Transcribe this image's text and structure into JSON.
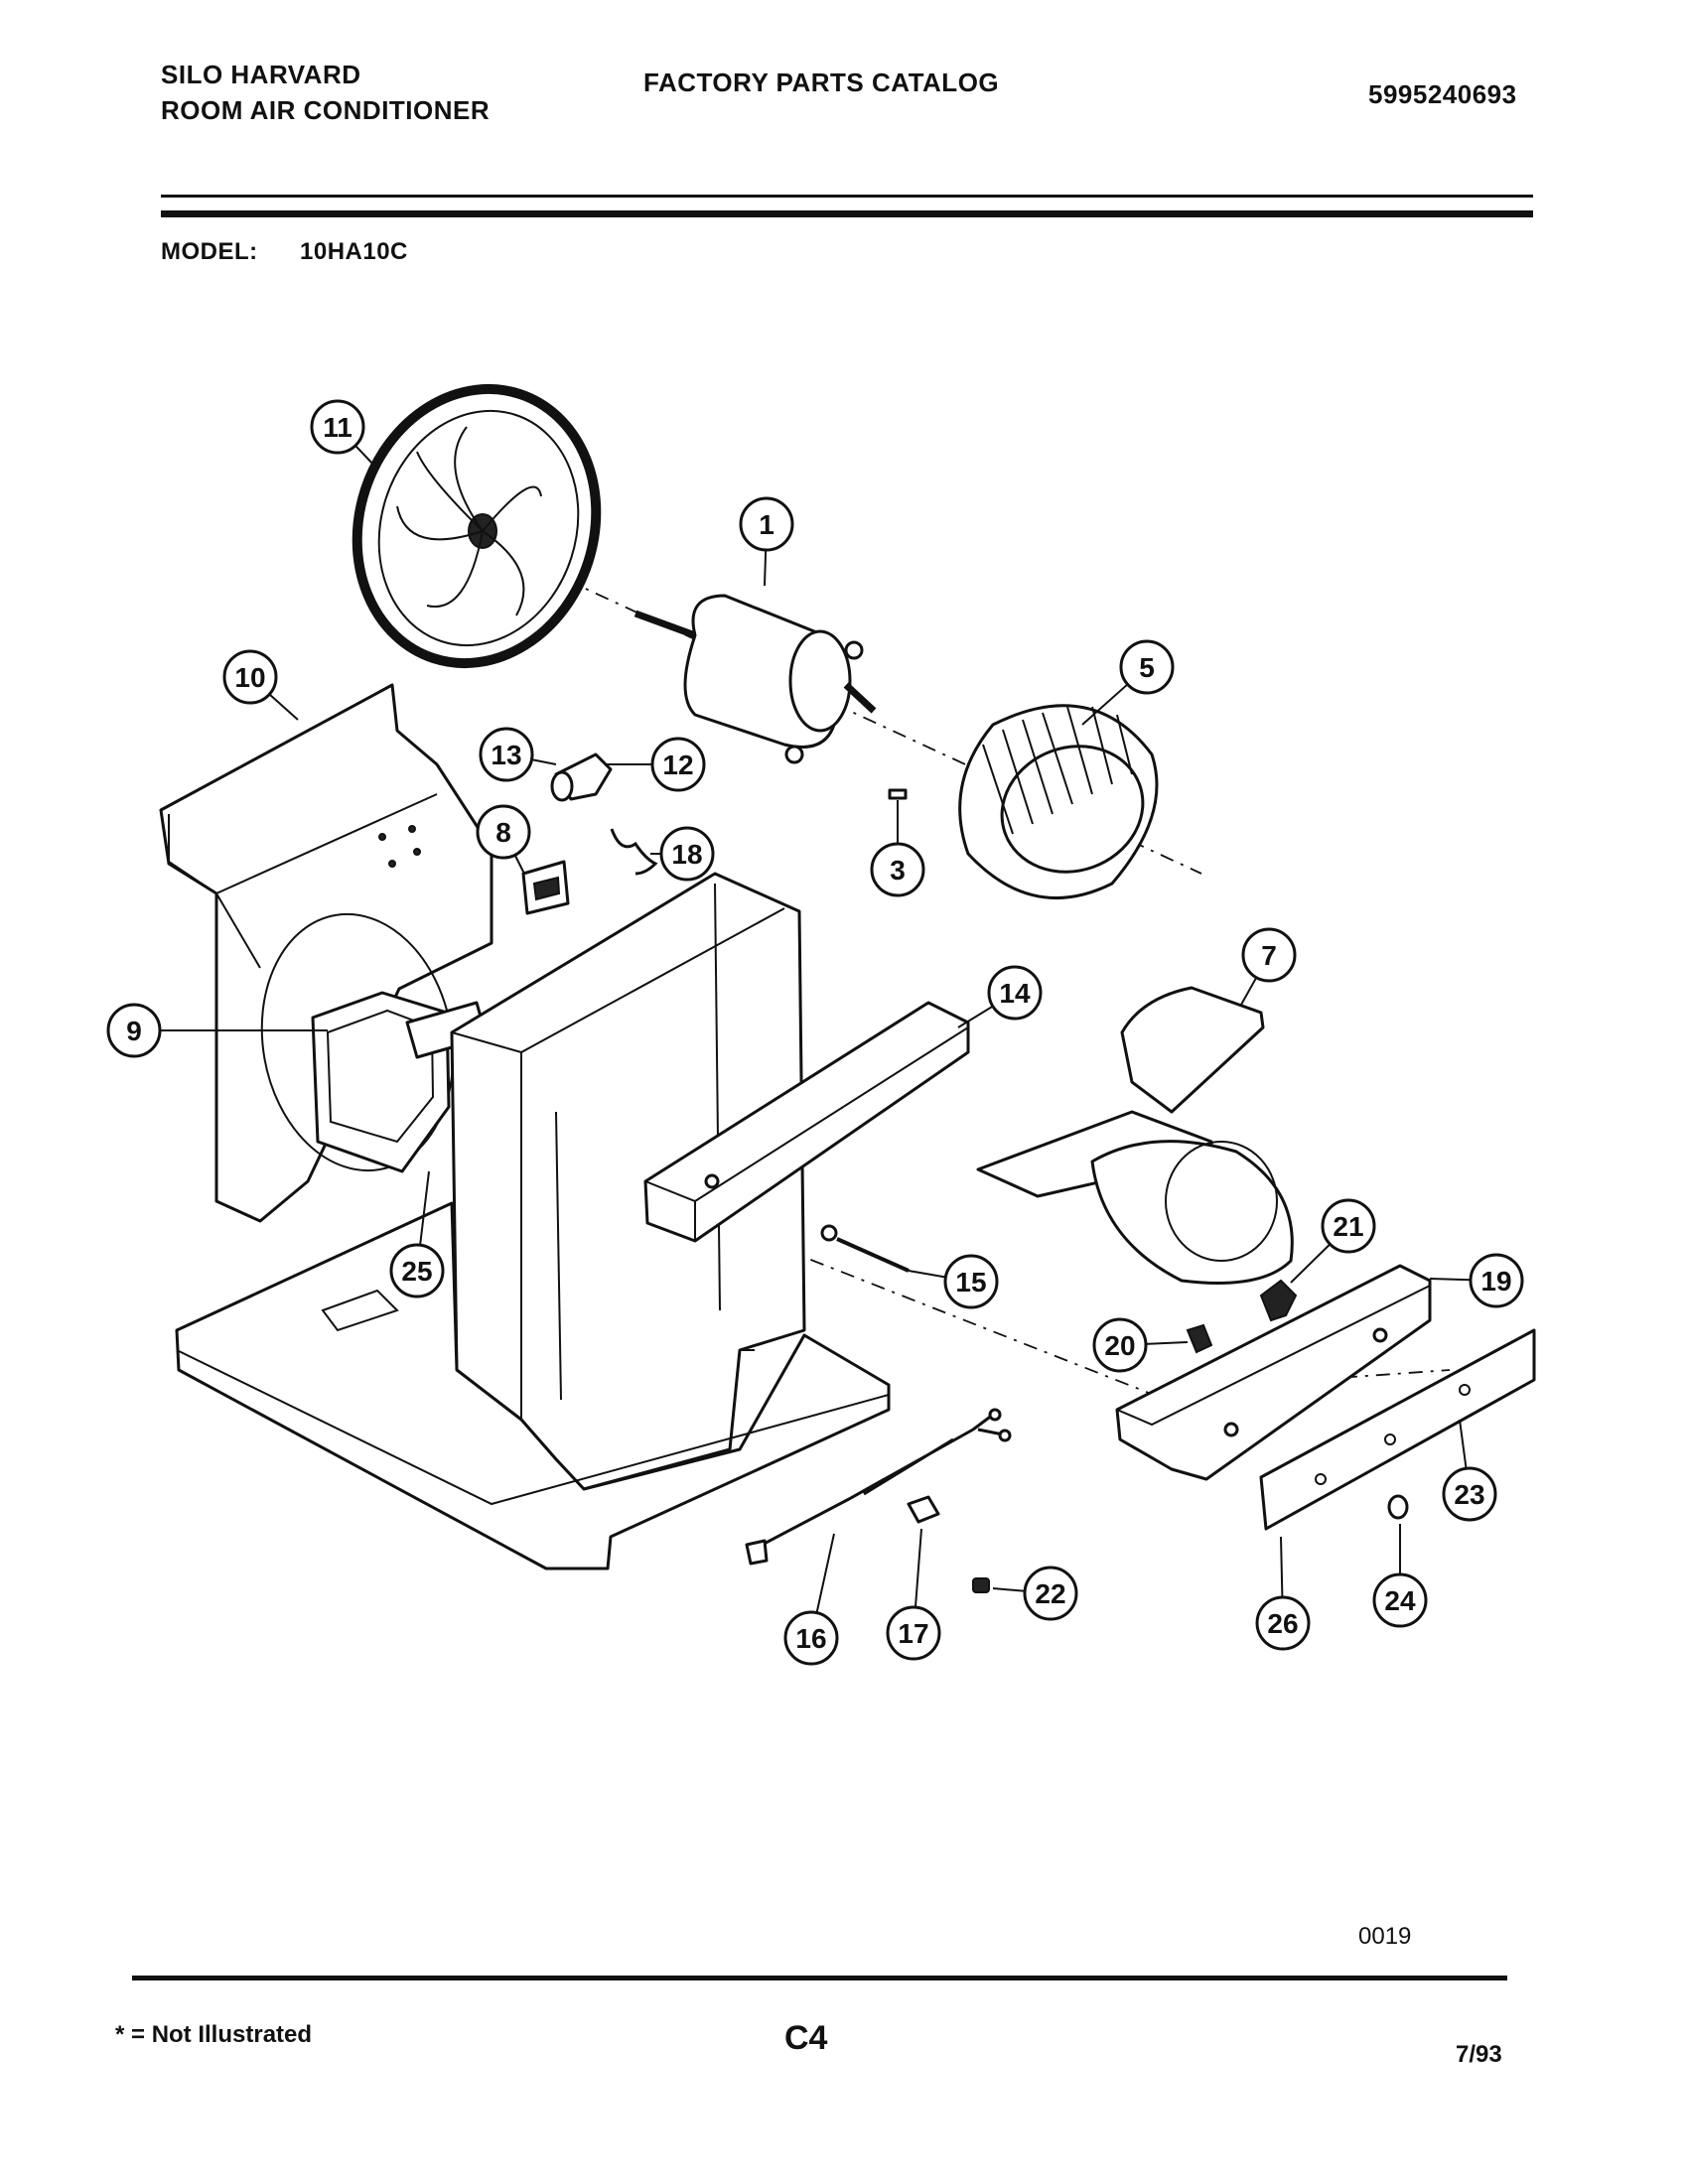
{
  "header": {
    "brand_line1": "SILO HARVARD",
    "brand_line2": "ROOM AIR CONDITIONER",
    "catalog_title": "FACTORY PARTS CATALOG",
    "catalog_number": "5995240693",
    "model_label": "MODEL:",
    "model_value": "10HA10C"
  },
  "diagram": {
    "callouts": [
      "1",
      "3",
      "5",
      "7",
      "8",
      "9",
      "10",
      "11",
      "12",
      "13",
      "14",
      "15",
      "16",
      "17",
      "18",
      "19",
      "20",
      "21",
      "22",
      "23",
      "24",
      "25",
      "26"
    ],
    "figure_code": "0019"
  },
  "footer": {
    "note": "* = Not Illustrated",
    "page": "C4",
    "date": "7/93"
  },
  "colors": {
    "ink": "#111111",
    "paper": "#ffffff"
  }
}
